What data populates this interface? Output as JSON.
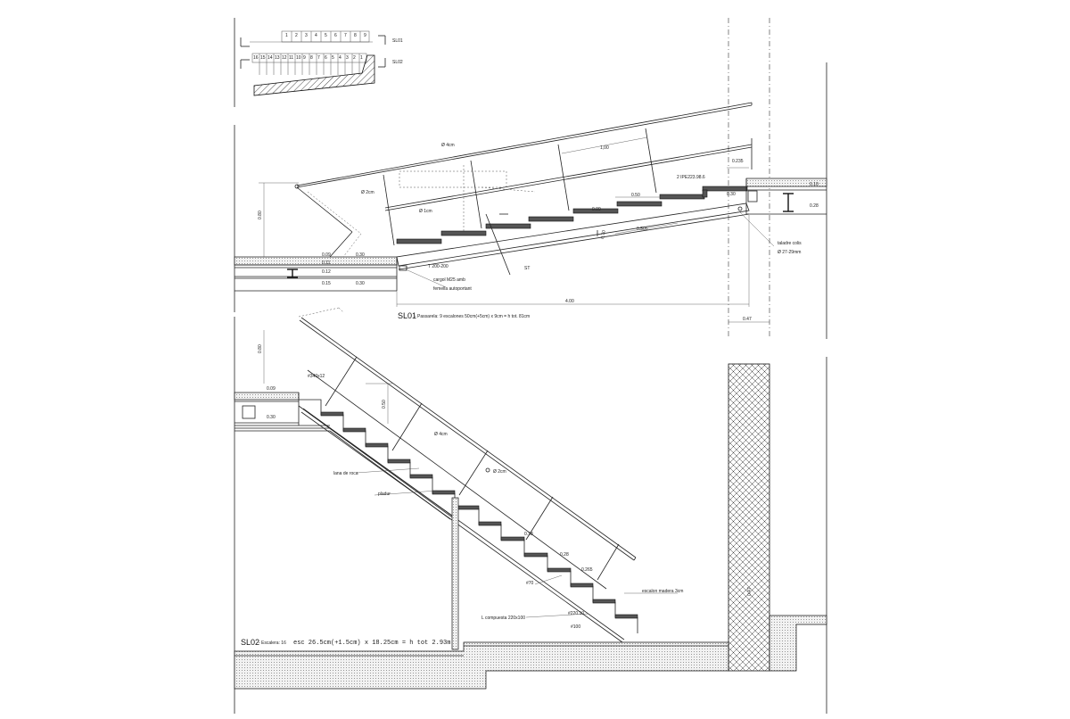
{
  "key_plan": {
    "label_sl01": "SL01",
    "label_sl02": "SL02",
    "numbers_top": [
      "1",
      "2",
      "3",
      "4",
      "5",
      "6",
      "7",
      "8",
      "9"
    ],
    "numbers_bottom": [
      "16",
      "15",
      "14",
      "13",
      "12",
      "11",
      "10",
      "9",
      "8",
      "7",
      "6",
      "5",
      "4",
      "3",
      "2",
      "1"
    ]
  },
  "sl01": {
    "title": "SL01",
    "subtitle": "- Passarela: 9 escalones 50cm(+5cm) x 9cm = h tot. 81cm",
    "labels": {
      "rail_diameter": "Ø 4cm",
      "post_diameter": "Ø 2cm",
      "bar_diameter": "Ø 1cm",
      "spacing_1": "1,00",
      "tread_width": "0.50",
      "profile": "2 IPE223.98.6",
      "top_dim": "0.235",
      "dim_010": "0.10",
      "dim_030": "0.30",
      "dim_028": "0.28",
      "dim_009": "0.09",
      "dim_0505": "0.505",
      "dim_070": "0.70",
      "height_dim": "0.80",
      "drill_1": "taladre colis",
      "drill_2": "Ø 27-29mm",
      "tee": "T 200-200",
      "bolt_1": "cargol M25 amb",
      "bolt_2": "femella autoportant",
      "st": "ST",
      "total": "4.00",
      "end_dim": "0.47",
      "slab_a": "0.09",
      "slab_b": "0.30",
      "slab_c": "0.11",
      "slab_d": "0.12",
      "slab_e": "0.15",
      "slab_f": "0.30"
    }
  },
  "sl02": {
    "title": "SL02",
    "subtitle_a": "- Escalera: 16",
    "subtitle_b": "esc 26.5cm(+1.5cm) x 18.25cm = h tot 2.93m",
    "labels": {
      "height_dim": "0.80",
      "slab_a": "0.09",
      "slab_b": "0.30",
      "profile_top": "#340x12",
      "post_dim": "0.50",
      "rail_diameter": "Ø 4cm",
      "post_diameter": "Ø 2cm",
      "rock_wool": "lana de roca",
      "plaster": "pladur",
      "dim_018": "0.18",
      "dim_028": "0.28",
      "dim_0265": "0.265",
      "profile_70": "#70",
      "wood_step": "escalon madera 3cm",
      "profile_220": "#220.10",
      "composite": "L compuesta 220x100",
      "profile_100": "#100",
      "wall_dim": "0.47"
    }
  }
}
